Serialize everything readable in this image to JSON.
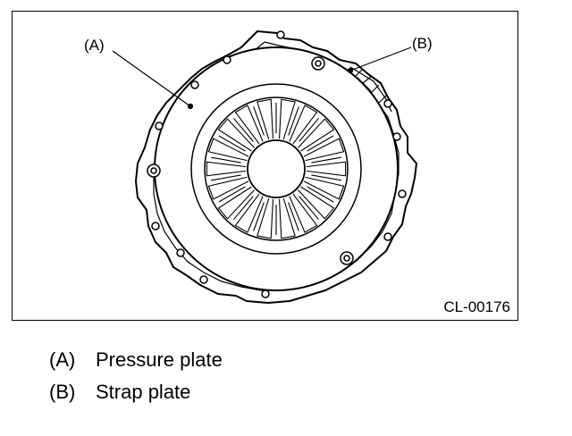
{
  "figure": {
    "id": "CL-00176",
    "callouts": [
      {
        "key": "a",
        "label": "(A)"
      },
      {
        "key": "b",
        "label": "(B)"
      }
    ]
  },
  "legend": [
    {
      "key": "(A)",
      "text": "Pressure plate"
    },
    {
      "key": "(B)",
      "text": "Strap plate"
    }
  ]
}
